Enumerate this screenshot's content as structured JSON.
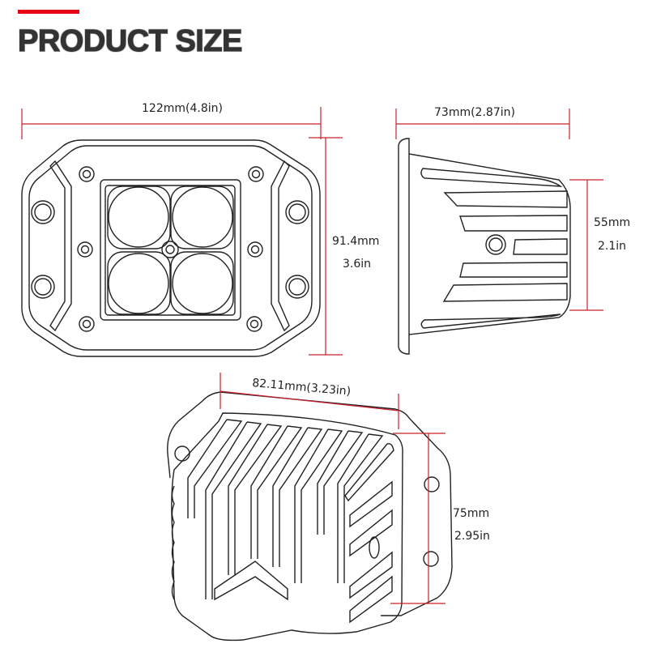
{
  "header": {
    "title": "PRODUCT SIZE",
    "accent_color": "#e60012"
  },
  "front_view": {
    "width_label": "122mm(4.8in)",
    "height_label_mm": "91.4mm",
    "height_label_in": "3.6in"
  },
  "side_view": {
    "depth_label": "73mm(2.87in)",
    "height_label_mm": "55mm",
    "height_label_in": "2.1in"
  },
  "perspective_view": {
    "width_label": "82.11mm(3.23in)",
    "height_label_mm": "75mm",
    "height_label_in": "2.95in"
  },
  "colors": {
    "dimension_line": "#c8202a",
    "outline": "#222222"
  }
}
